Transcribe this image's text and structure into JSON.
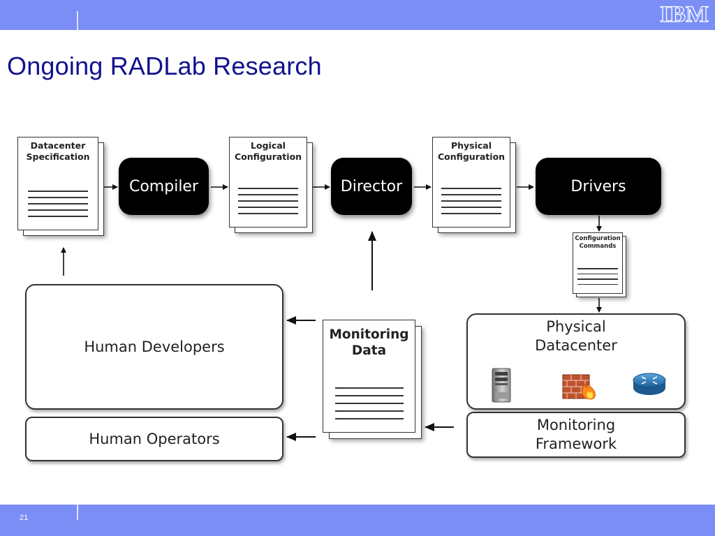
{
  "header": {
    "logo_text": "IBM"
  },
  "slide": {
    "title": "Ongoing RADLab Research",
    "page_number": "21"
  },
  "documents": {
    "datacenter_spec": "Datacenter\nSpecification",
    "logical_config": "Logical\nConfiguration",
    "physical_config": "Physical\nConfiguration",
    "config_commands": "Configuration\nCommands",
    "monitoring_data": "Monitoring\nData"
  },
  "processes": {
    "compiler": "Compiler",
    "director": "Director",
    "drivers": "Drivers"
  },
  "boxes": {
    "human_developers": "Human Developers",
    "human_operators": "Human Operators",
    "physical_datacenter": "Physical\nDatacenter",
    "monitoring_framework": "Monitoring\nFramework"
  },
  "icons": [
    "server-icon",
    "firewall-icon",
    "router-icon"
  ]
}
